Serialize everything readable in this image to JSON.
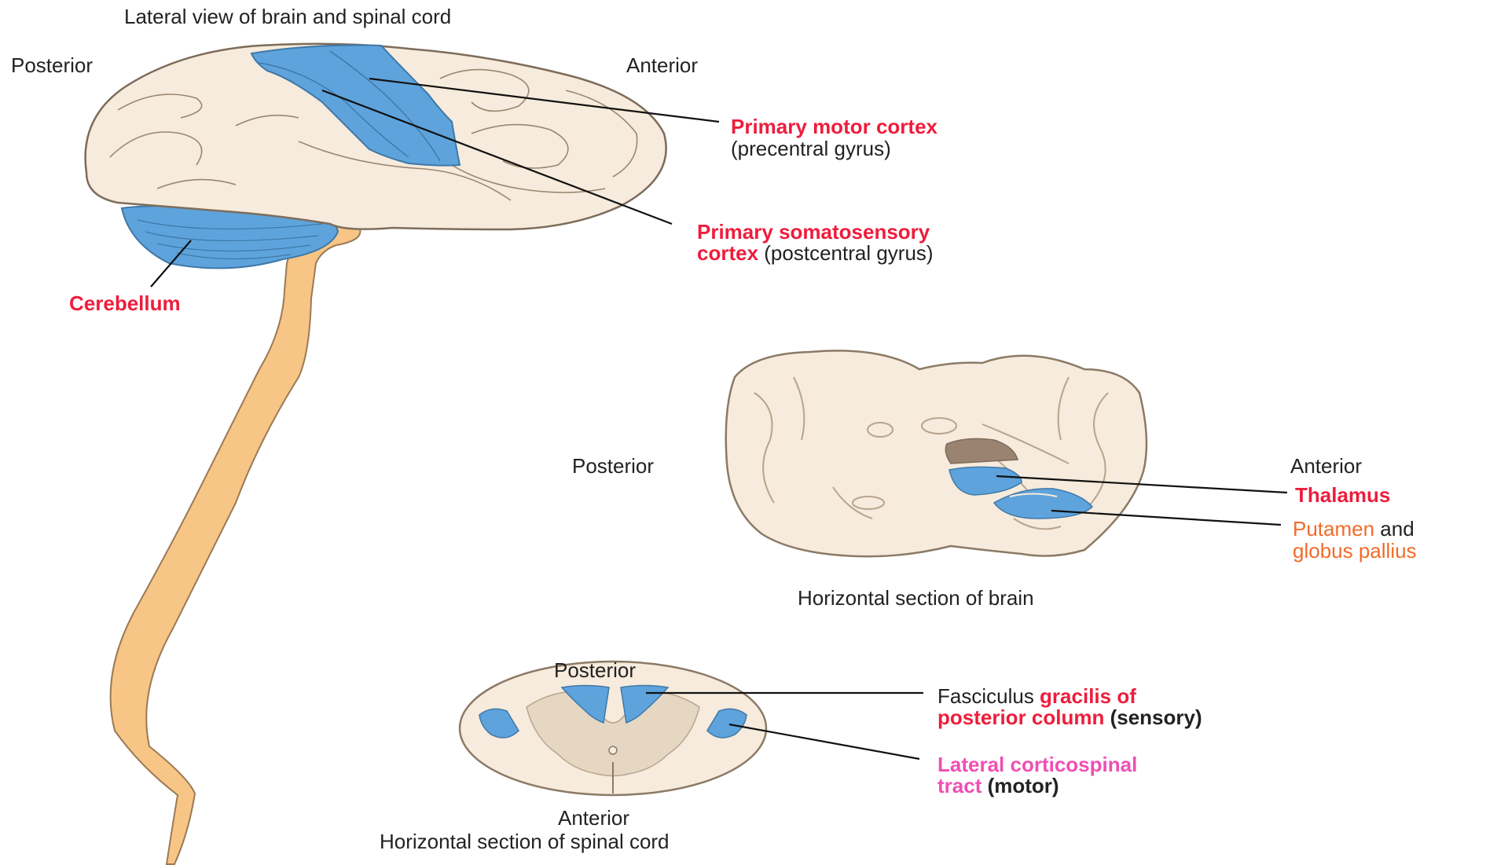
{
  "colors": {
    "brain": "#f6ebdc",
    "outline": "#8c7a66",
    "highlight": "#5ea3dc",
    "cord": "#f7c585",
    "red": "#ee1d3c",
    "orange": "#f26b2a",
    "pink": "#ef4fb4",
    "thalamus_dark": "#9b8372"
  },
  "lateral": {
    "title": "Lateral view of brain and spinal cord",
    "posterior": "Posterior",
    "anterior": "Anterior",
    "motor": {
      "name": "Primary motor cortex",
      "sub": "(precentral gyrus)"
    },
    "somato": {
      "line1": "Primary somatosensory",
      "line2_bold": "cortex",
      "line2_rest": " (postcentral gyrus)"
    },
    "cerebellum": "Cerebellum"
  },
  "horizontal_brain": {
    "posterior": "Posterior",
    "anterior": "Anterior",
    "thalamus": "Thalamus",
    "putamen": "Putamen",
    "and": " and",
    "globus": "globus pallius",
    "caption": "Horizontal section of brain"
  },
  "spinal": {
    "posterior": "Posterior",
    "anterior": "Anterior",
    "fasciculus_prefix": "Fasciculus ",
    "fasciculus_bold1": "gracilis of",
    "fasciculus_bold2": "posterior column",
    "sensory": " (sensory)",
    "lateral_line1": "Lateral corticospinal",
    "lateral_tract": "tract",
    "motor": " (motor)",
    "caption": "Horizontal section of spinal cord"
  }
}
